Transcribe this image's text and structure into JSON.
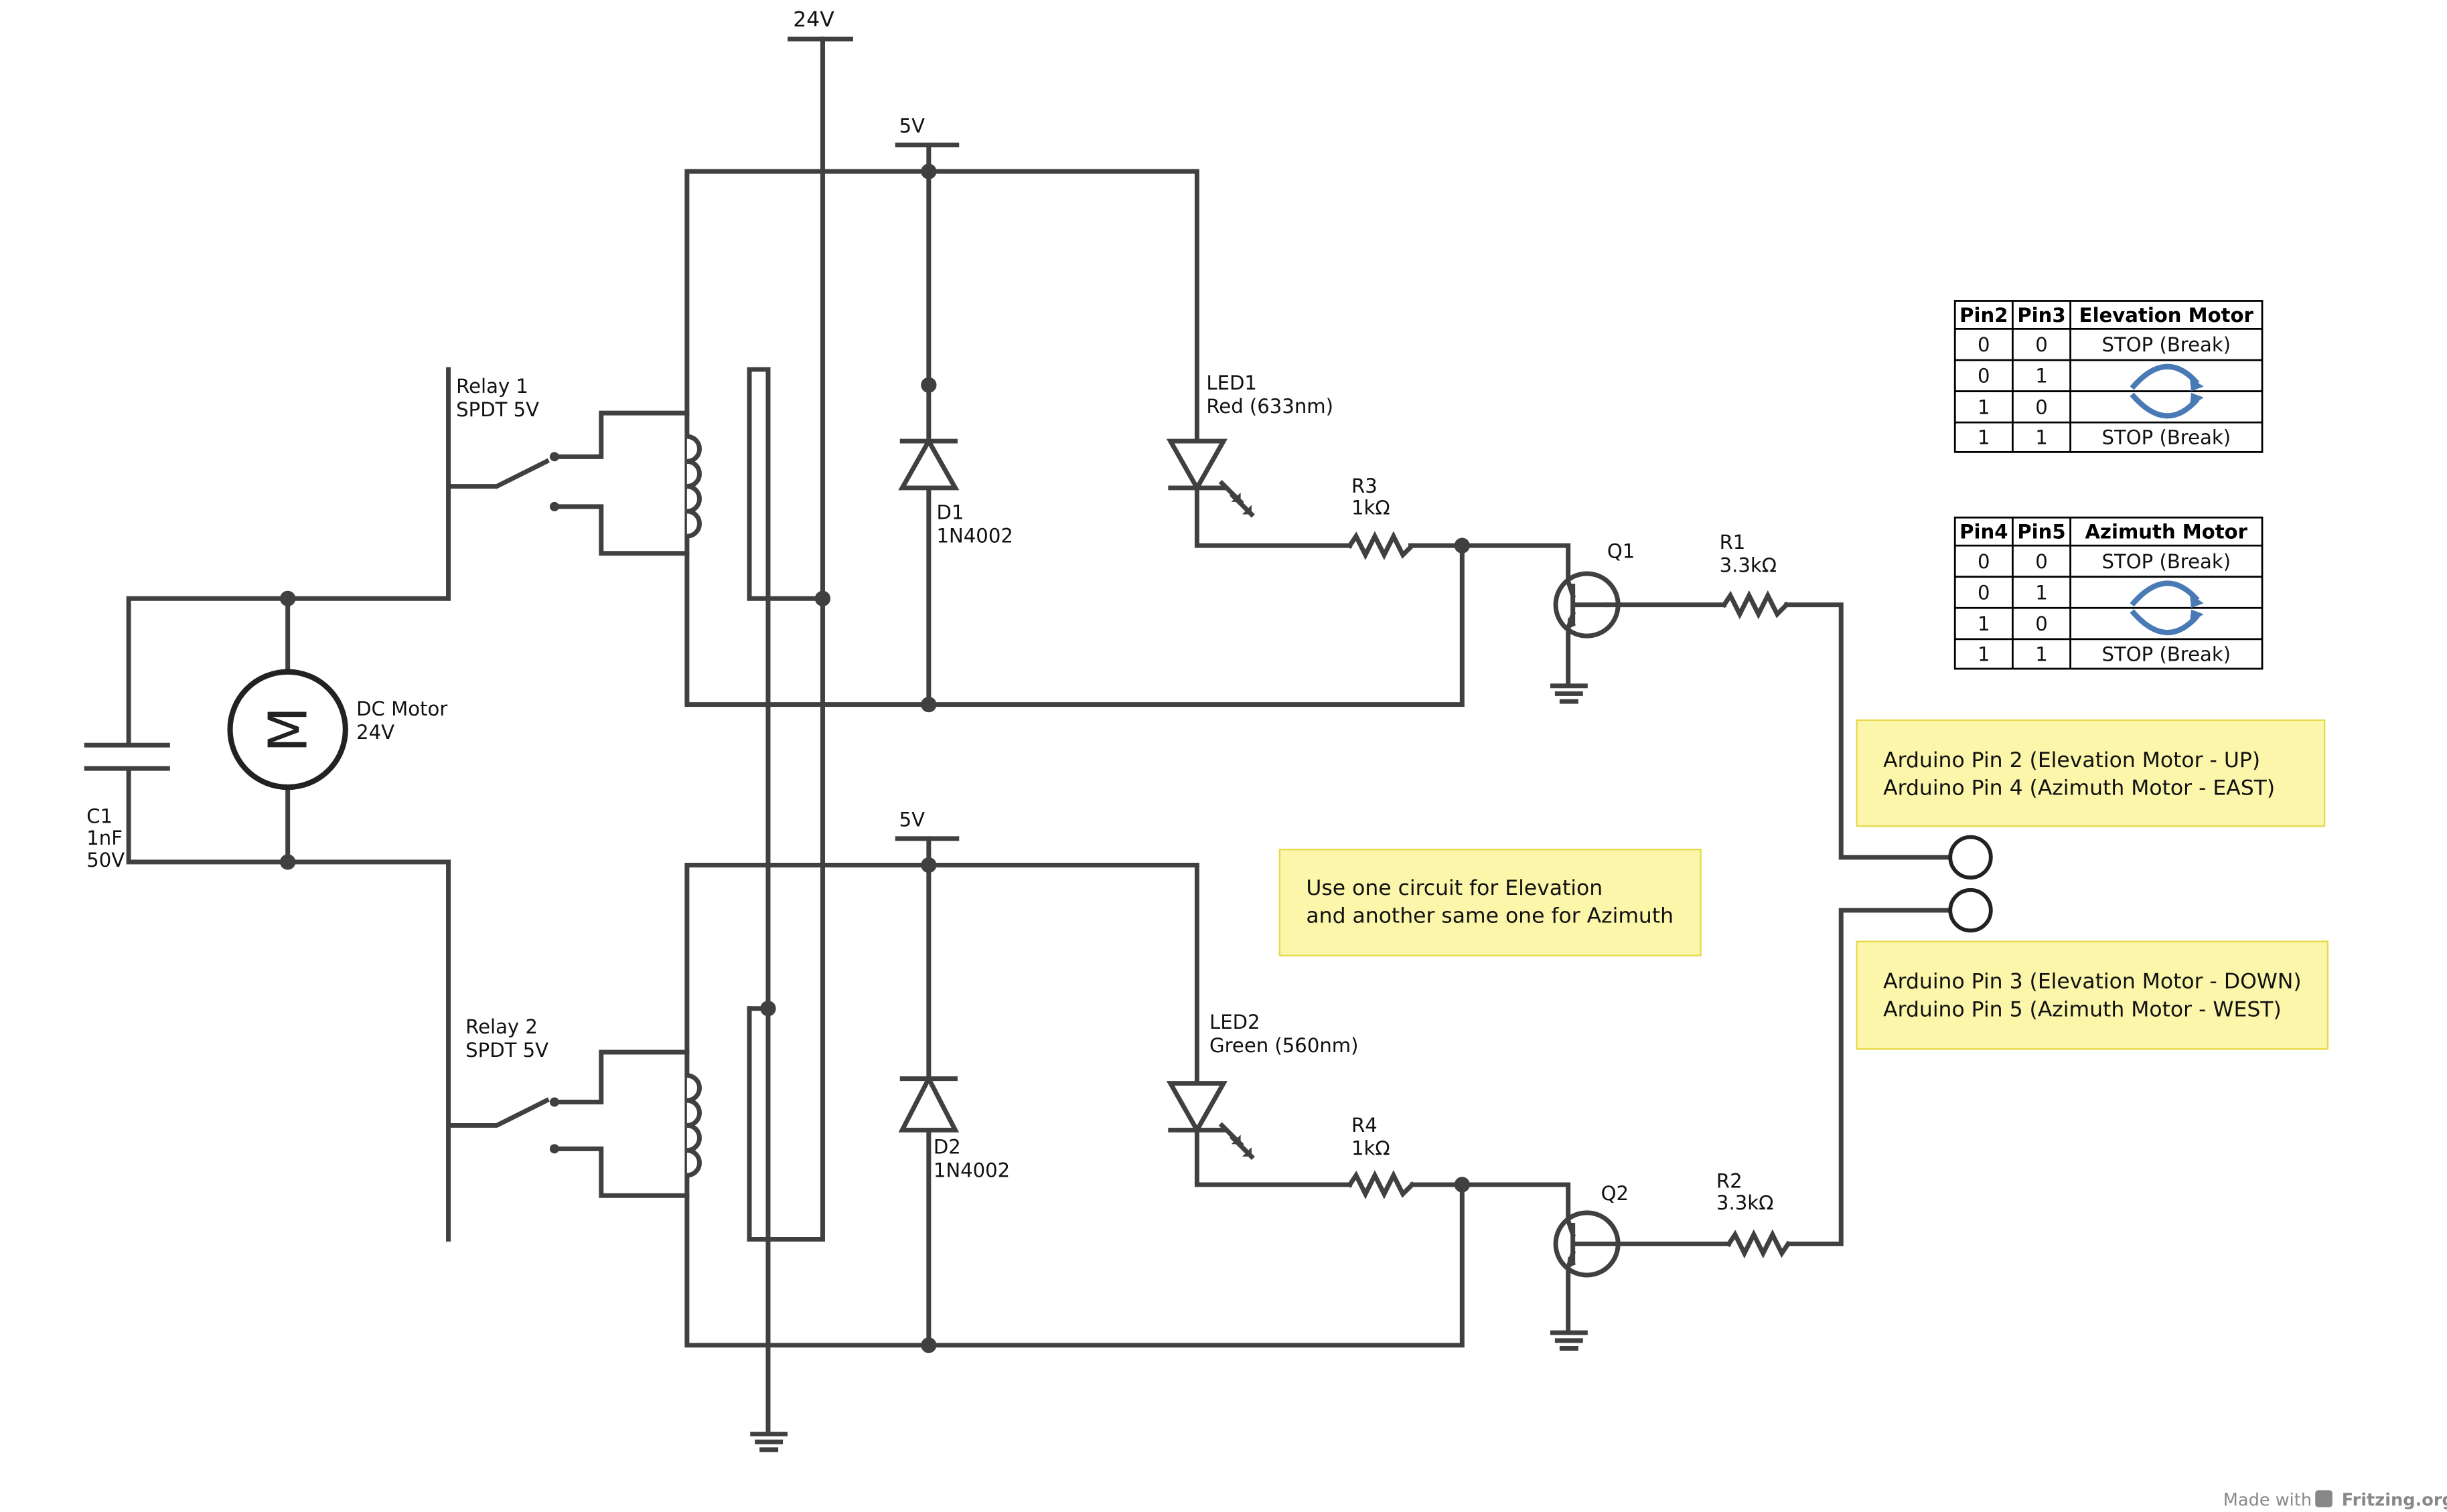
{
  "power": {
    "v24": "24V",
    "v5_top": "5V",
    "v5_bottom": "5V"
  },
  "components": {
    "relay1": {
      "name": "Relay 1",
      "spec": "SPDT 5V"
    },
    "relay2": {
      "name": "Relay 2",
      "spec": "SPDT 5V"
    },
    "motor": {
      "name": "DC Motor",
      "spec": "24V",
      "symbol": "M"
    },
    "c1": {
      "name": "C1",
      "value": "1nF",
      "voltage": "50V"
    },
    "d1": {
      "name": "D1",
      "part": "1N4002"
    },
    "d2": {
      "name": "D2",
      "part": "1N4002"
    },
    "led1": {
      "name": "LED1",
      "spec": "Red (633nm)"
    },
    "led2": {
      "name": "LED2",
      "spec": "Green (560nm)"
    },
    "r3": {
      "name": "R3",
      "value": "1kΩ"
    },
    "r4": {
      "name": "R4",
      "value": "1kΩ"
    },
    "r1": {
      "name": "R1",
      "value": "3.3kΩ"
    },
    "r2": {
      "name": "R2",
      "value": "3.3kΩ"
    },
    "q1": {
      "name": "Q1"
    },
    "q2": {
      "name": "Q2"
    }
  },
  "notes": {
    "pin_up": [
      "Arduino Pin 2 (Elevation Motor - UP)",
      "Arduino Pin 4 (Azimuth Motor - EAST)"
    ],
    "pin_down": [
      "Arduino Pin 3 (Elevation Motor - DOWN)",
      "Arduino Pin 5 (Azimuth Motor - WEST)"
    ],
    "usage": [
      "Use one circuit for Elevation",
      "and another  same one for Azimuth"
    ]
  },
  "tables": [
    {
      "headers": [
        "Pin2",
        "Pin3",
        "Elevation Motor"
      ],
      "rows": [
        [
          "0",
          "0",
          "STOP (Break)"
        ],
        [
          "0",
          "1",
          "rotate-clockwise-icon"
        ],
        [
          "1",
          "0",
          "rotate-counterclockwise-icon"
        ],
        [
          "1",
          "1",
          "STOP (Break)"
        ]
      ]
    },
    {
      "headers": [
        "Pin4",
        "Pin5",
        "Azimuth Motor"
      ],
      "rows": [
        [
          "0",
          "0",
          "STOP (Break)"
        ],
        [
          "0",
          "1",
          "rotate-clockwise-icon"
        ],
        [
          "1",
          "0",
          "rotate-counterclockwise-icon"
        ],
        [
          "1",
          "1",
          "STOP (Break)"
        ]
      ]
    }
  ],
  "arrow_color": "#4a7ab5",
  "note_color": "#fbf6a9",
  "watermark": {
    "prefix": "Made with",
    "brand": "Fritzing.org"
  }
}
